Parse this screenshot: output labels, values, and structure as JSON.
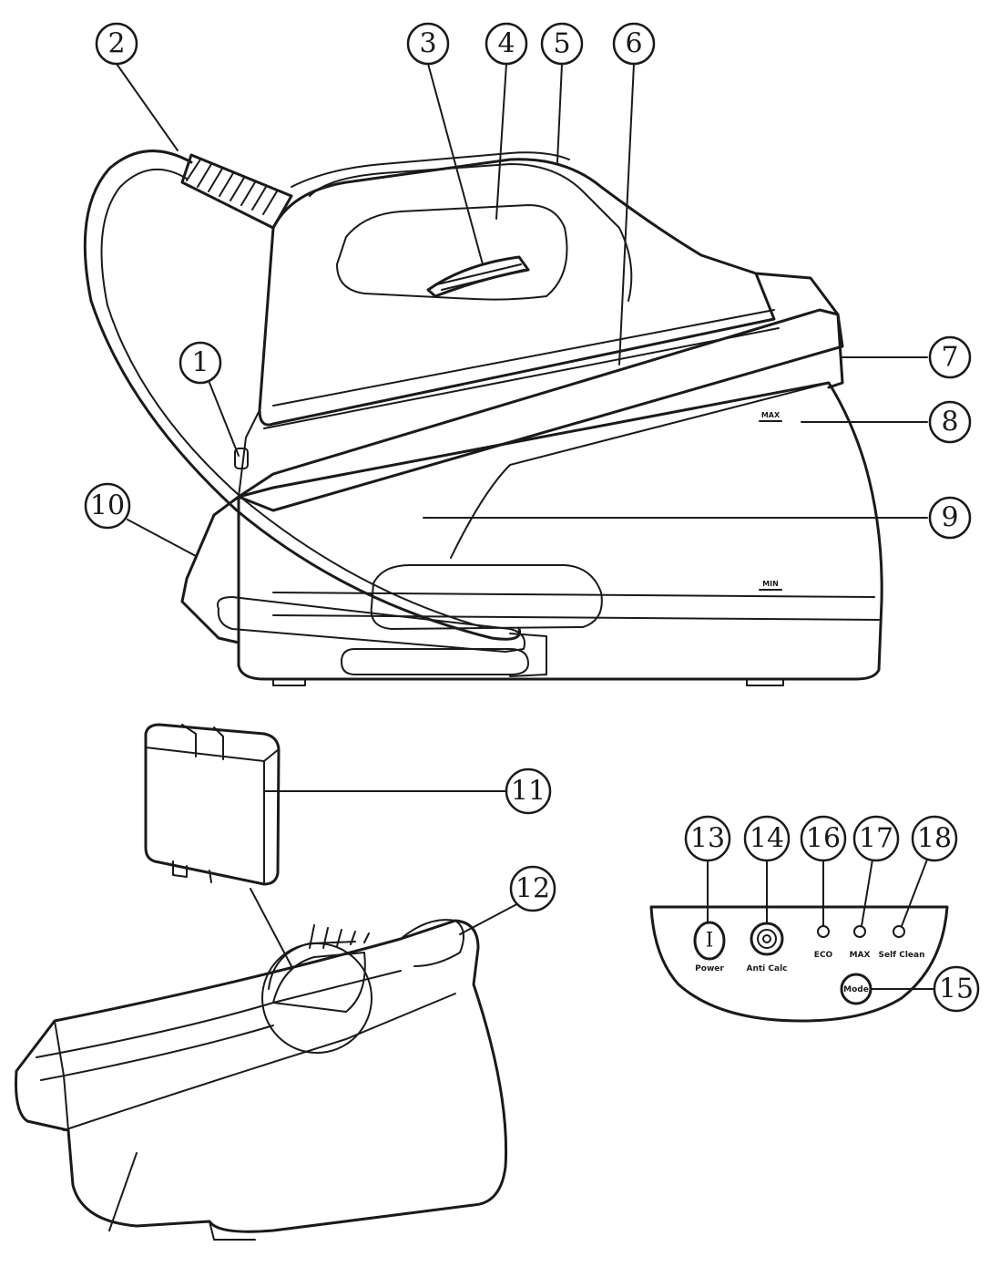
{
  "callouts": [
    {
      "id": "c1",
      "label": "1"
    },
    {
      "id": "c2",
      "label": "2"
    },
    {
      "id": "c3",
      "label": "3"
    },
    {
      "id": "c4",
      "label": "4"
    },
    {
      "id": "c5",
      "label": "5"
    },
    {
      "id": "c6",
      "label": "6"
    },
    {
      "id": "c7",
      "label": "7"
    },
    {
      "id": "c8",
      "label": "8"
    },
    {
      "id": "c9",
      "label": "9"
    },
    {
      "id": "c10",
      "label": "10"
    },
    {
      "id": "c11",
      "label": "11"
    },
    {
      "id": "c12",
      "label": "12"
    },
    {
      "id": "c13",
      "label": "13"
    },
    {
      "id": "c14",
      "label": "14"
    },
    {
      "id": "c15",
      "label": "15"
    },
    {
      "id": "c16",
      "label": "16"
    },
    {
      "id": "c17",
      "label": "17"
    },
    {
      "id": "c18",
      "label": "18"
    }
  ],
  "control_panel": {
    "power_symbol": "I",
    "power_label": "Power",
    "anticalc_label": "Anti Calc",
    "eco_label": "ECO",
    "max_label": "MAX",
    "selfclean_label": "Self Clean",
    "mode_label": "Mode"
  },
  "tank_marks": {
    "max_mark": "MAX",
    "min_mark": "MIN"
  }
}
